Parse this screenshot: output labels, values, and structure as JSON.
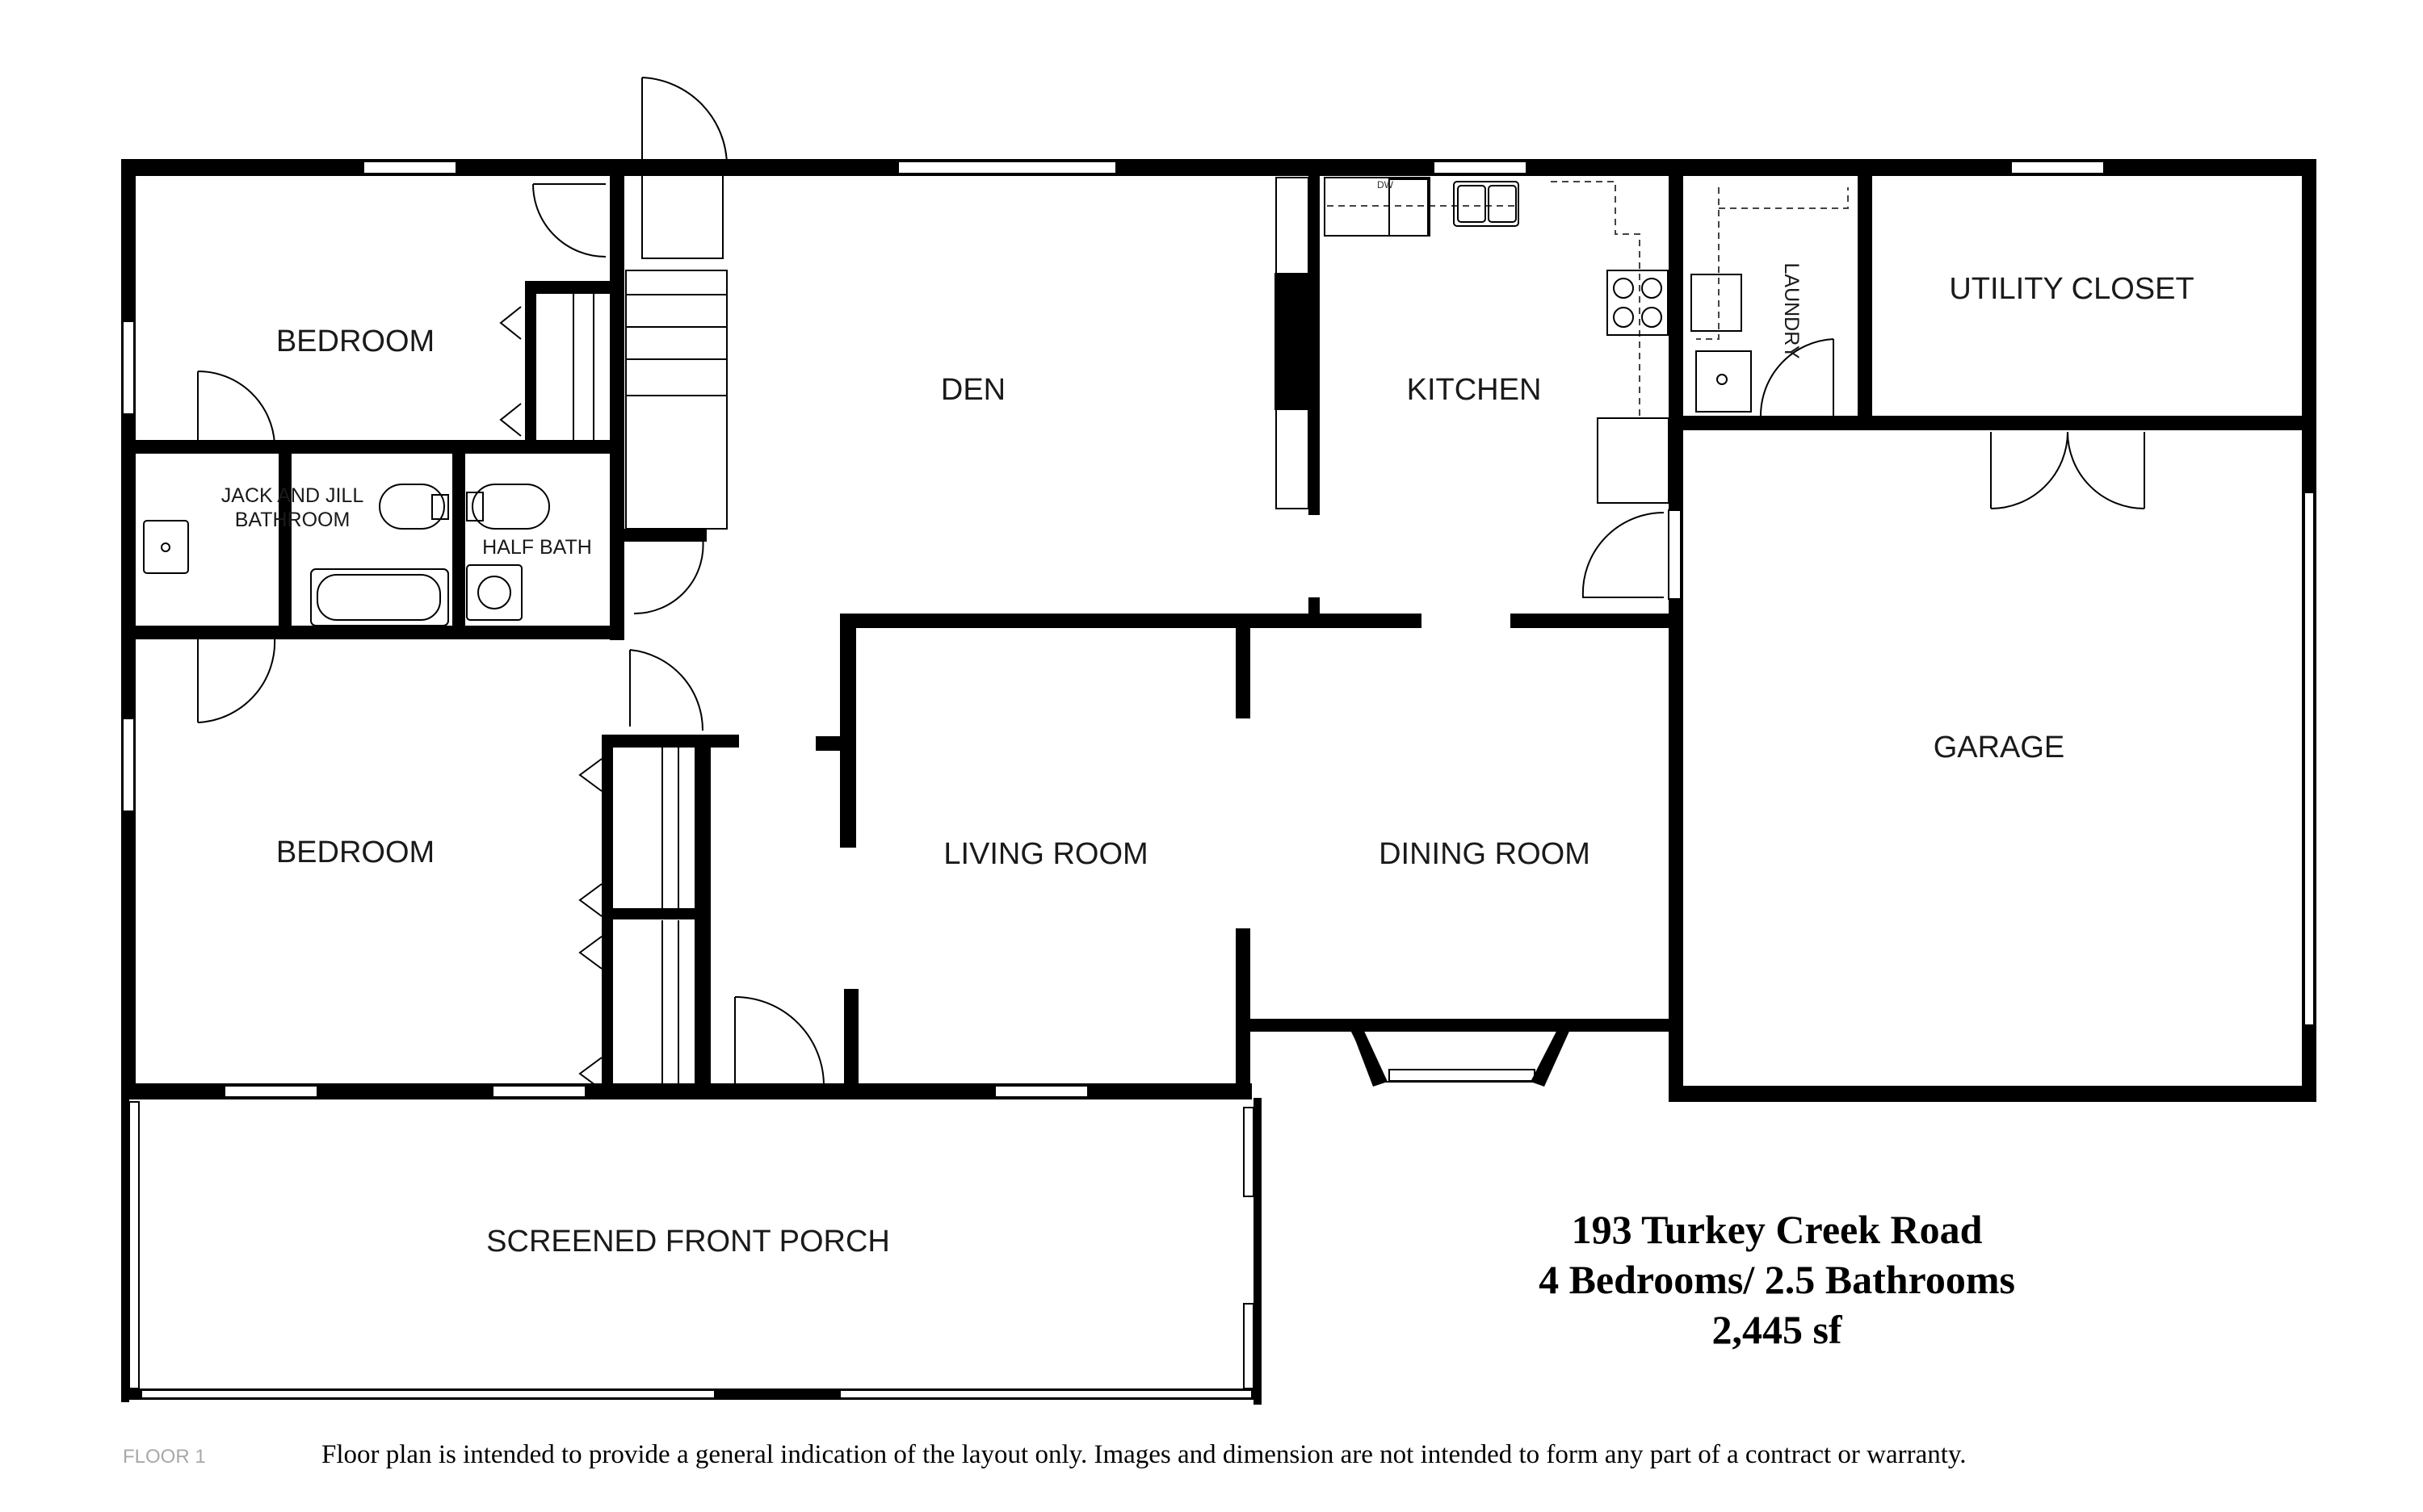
{
  "rooms": {
    "bedroom_top": "BEDROOM",
    "bedroom_bottom": "BEDROOM",
    "den": "DEN",
    "kitchen": "KITCHEN",
    "laundry": "LAUNDRY",
    "utility_closet": "UTILITY CLOSET",
    "jack_jill_line1": "JACK AND JILL",
    "jack_jill_line2": "BATHROOM",
    "half_bath": "HALF BATH",
    "garage": "GARAGE",
    "living_room": "LIVING ROOM",
    "dining_room": "DINING ROOM",
    "porch": "SCREENED FRONT PORCH",
    "dishwasher": "DW"
  },
  "caption": {
    "address": "193 Turkey Creek Road",
    "beds_baths": "4 Bedrooms/ 2.5 Bathrooms",
    "area": "2,445 sf"
  },
  "footer": {
    "floor": "FLOOR 1",
    "disclaimer": "Floor plan is intended to provide a general indication of the layout only. Images and dimension are not intended to form any part of a contract or warranty."
  },
  "colors": {
    "wall": "#000000",
    "background": "#ffffff",
    "floor_tag": "#a8a8a8"
  }
}
